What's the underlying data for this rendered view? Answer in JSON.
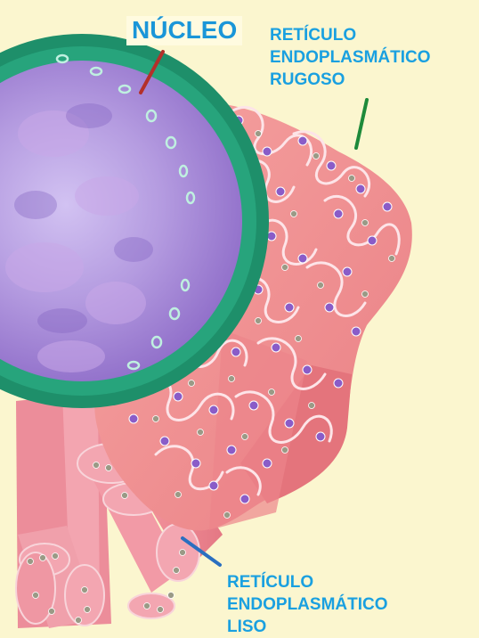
{
  "labels": {
    "nucleus": "NÚCLEO",
    "rough_er": [
      "RETÍCULO",
      "ENDOPLASMÁTICO",
      "RUGOSO"
    ],
    "smooth_er": [
      "RETÍCULO",
      "ENDOPLASMÁTICO",
      "LISO"
    ]
  },
  "colors": {
    "background": "#fbf6cf",
    "label_text": "#1aa0e0",
    "nuclear_envelope": "#1e8f6a",
    "nucleoplasm": "#a98ad6",
    "er_membrane": "#ef8a86",
    "er_outline": "#f9d9dd",
    "ribosome_purple": "#8a5cc8",
    "ribosome_gray": "#9a9a86",
    "pointer_red": "#b4302a",
    "pointer_green": "#1d8a3a",
    "pointer_blue": "#2a6fc0"
  }
}
